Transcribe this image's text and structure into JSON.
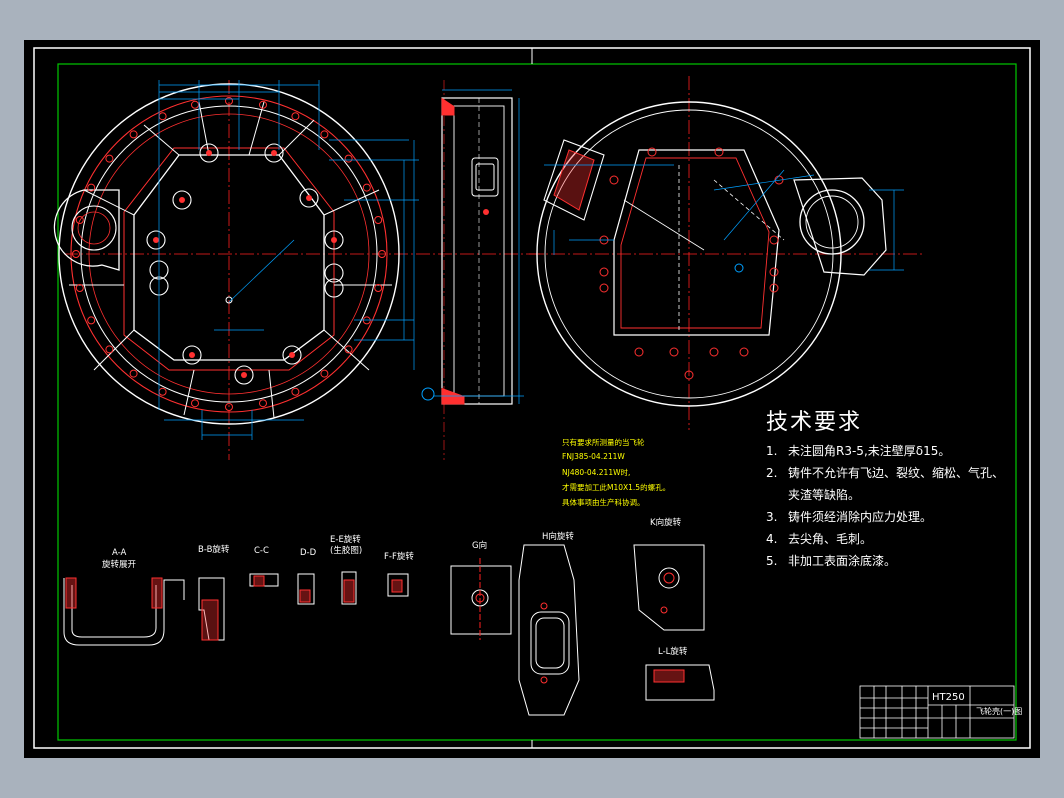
{
  "technical_requirements": {
    "title": "技术要求",
    "items": [
      {
        "num": "1.",
        "text": "未注圆角R3-5,未注壁厚δ15。"
      },
      {
        "num": "2.",
        "text": "铸件不允许有飞边、裂纹、缩松、气孔、"
      },
      {
        "num": "",
        "text": "夹渣等缺陷。"
      },
      {
        "num": "3.",
        "text": "铸件须经消除内应力处理。"
      },
      {
        "num": "4.",
        "text": "去尖角、毛刺。"
      },
      {
        "num": "5.",
        "text": "非加工表面涂底漆。"
      }
    ]
  },
  "notes": [
    "只有要求所测量的当飞轮",
    "FNJ385-04.211W",
    "NJ480-04.211W时,",
    "才需要加工此M10X1.5的螺孔。",
    "具体事项由生产科协调。"
  ],
  "section_labels": {
    "aa_title": "A-A",
    "aa_sub": "旋转展开",
    "bb": "B-B旋转",
    "cc": "C-C",
    "dd": "D-D",
    "ee_title": "E-E旋转",
    "ee_sub": "(生胶图)",
    "ff": "F-F旋转",
    "g": "G向",
    "h": "H向旋转",
    "k": "K向旋转",
    "ll": "L-L旋转"
  },
  "title_block": {
    "material": "HT250",
    "part_name": "飞轮壳(一)图"
  },
  "colors": {
    "background": "#000000",
    "outer_frame": "#ffffff",
    "inner_frame": "#00c800",
    "dimension": "#00a0ff",
    "part_outline": "#ffffff",
    "hidden": "#ff3030",
    "center": "#ff2020",
    "text": "#ffff00"
  }
}
